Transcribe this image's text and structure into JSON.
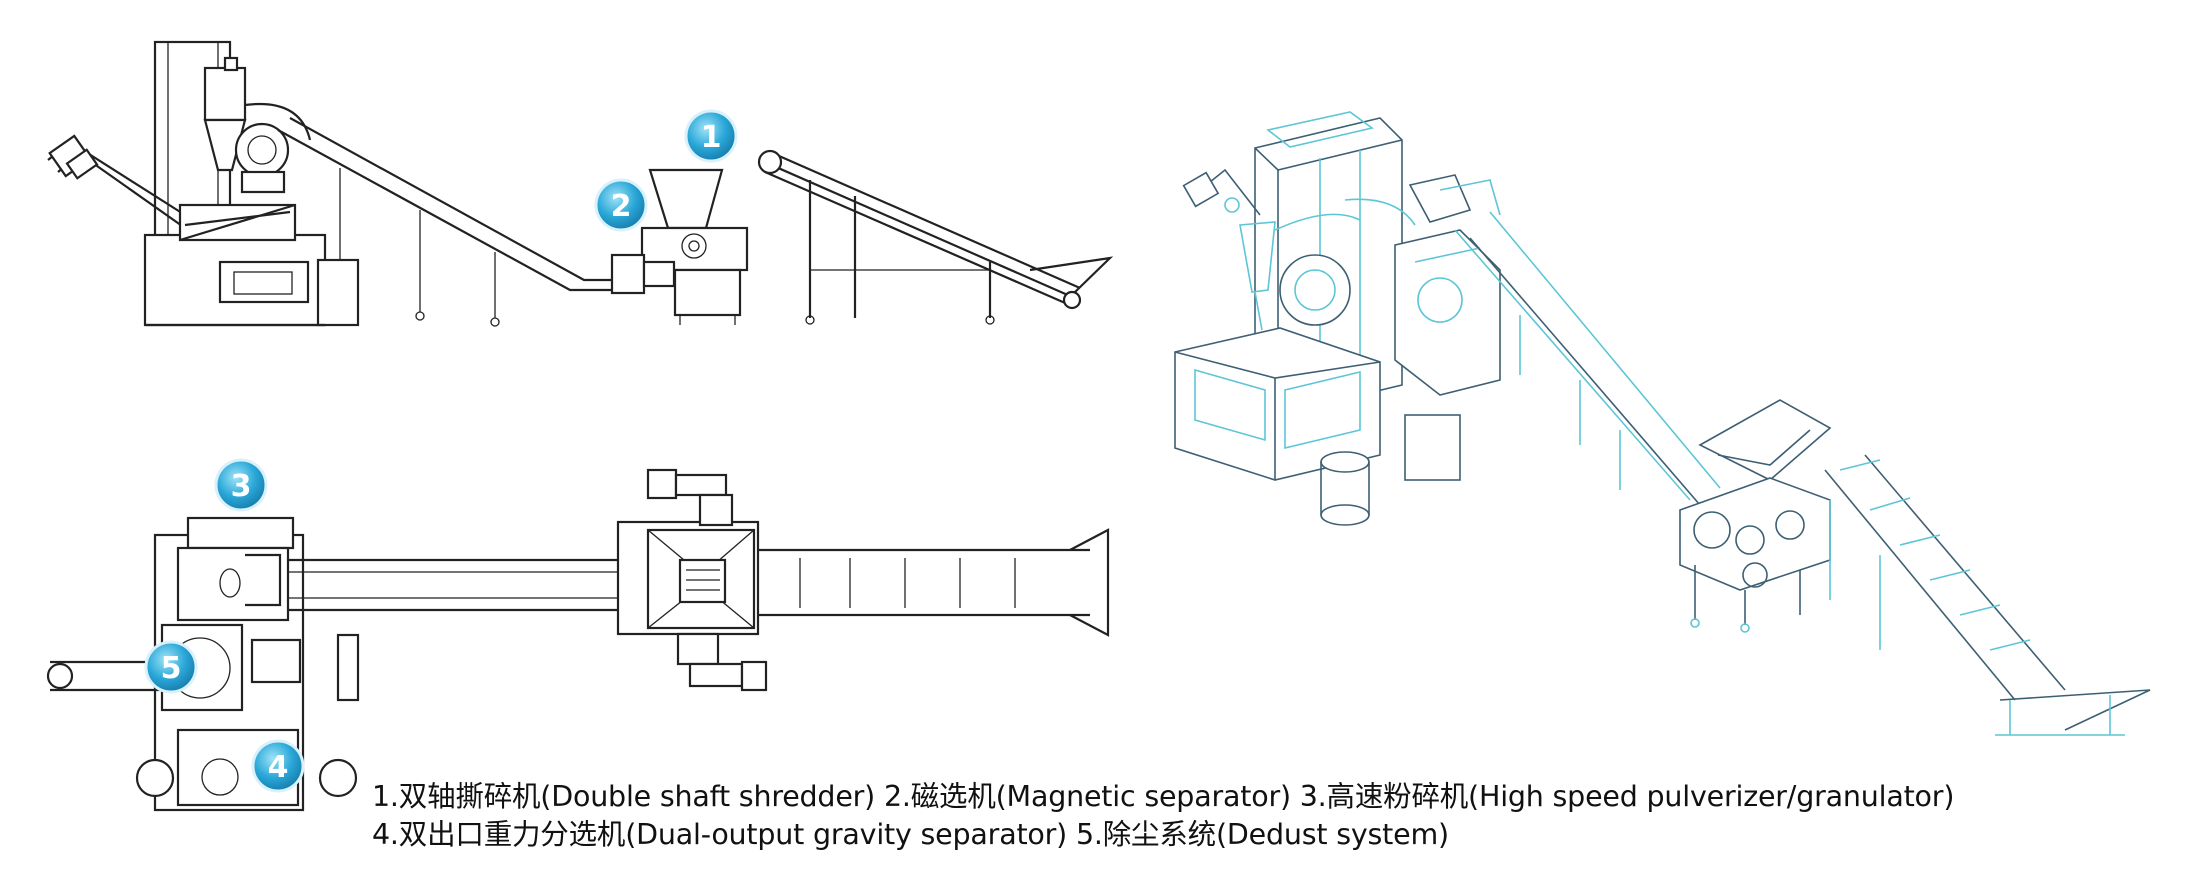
{
  "badges": [
    {
      "number": "1",
      "color": "#2aa7d8"
    },
    {
      "number": "2",
      "color": "#2aa7d8"
    },
    {
      "number": "3",
      "color": "#2aa7d8"
    },
    {
      "number": "4",
      "color": "#2aa7d8"
    },
    {
      "number": "5",
      "color": "#2aa7d8"
    }
  ],
  "legend": {
    "line1": "1.双轴撕碎机(Double shaft shredder) 2.磁选机(Magnetic separator)   3.高速粉碎机(High speed pulverizer/granulator)",
    "line2": "4.双出口重力分选机(Dual-output gravity separator)  5.除尘系统(Dedust system)"
  },
  "colors": {
    "line_art": "#222222",
    "isometric_accent": "#5cc6d6",
    "isometric_dark": "#3d5f73",
    "badge": "#2aa7d8"
  }
}
